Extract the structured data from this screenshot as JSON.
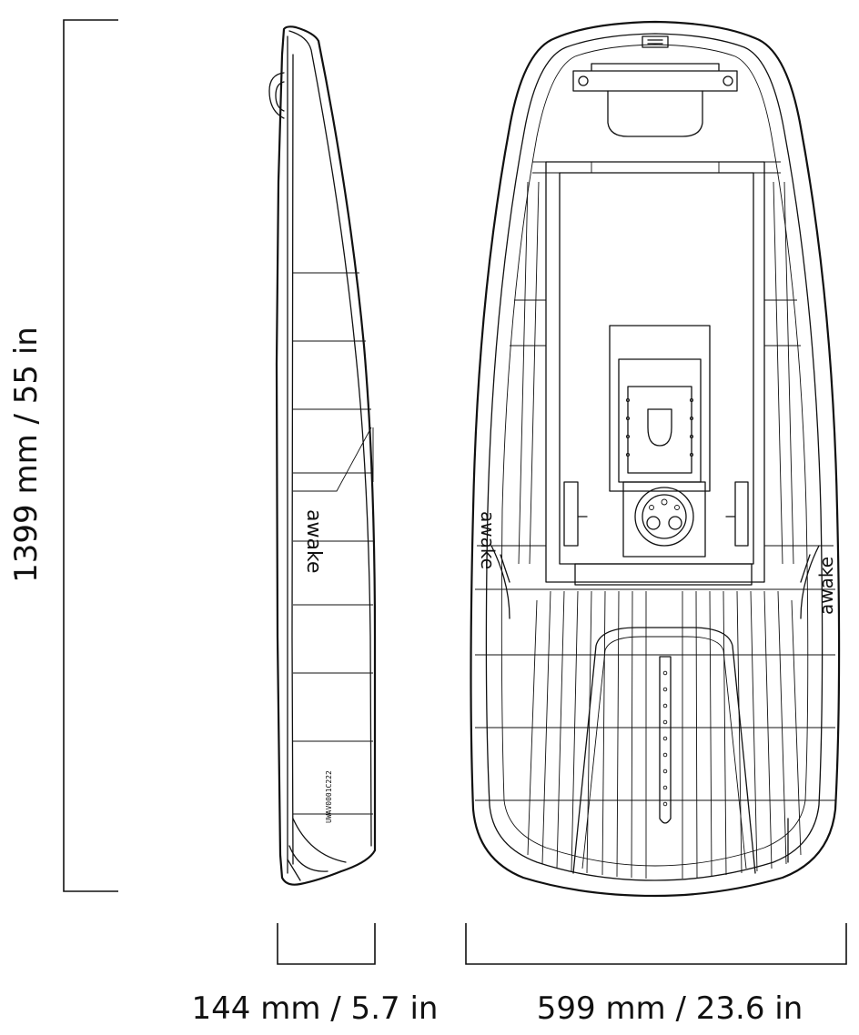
{
  "dimensions": {
    "height_label": "1399 mm / 55 in",
    "depth_label": "144 mm / 5.7 in",
    "width_label": "599 mm / 23.6 in"
  },
  "board": {
    "brand_mark_side": "awake",
    "brand_mark_top_left": "awake",
    "brand_mark_top_right": "awake",
    "serial": "UWAV0001C222"
  },
  "colors": {
    "line": "#111111",
    "background": "#ffffff"
  }
}
